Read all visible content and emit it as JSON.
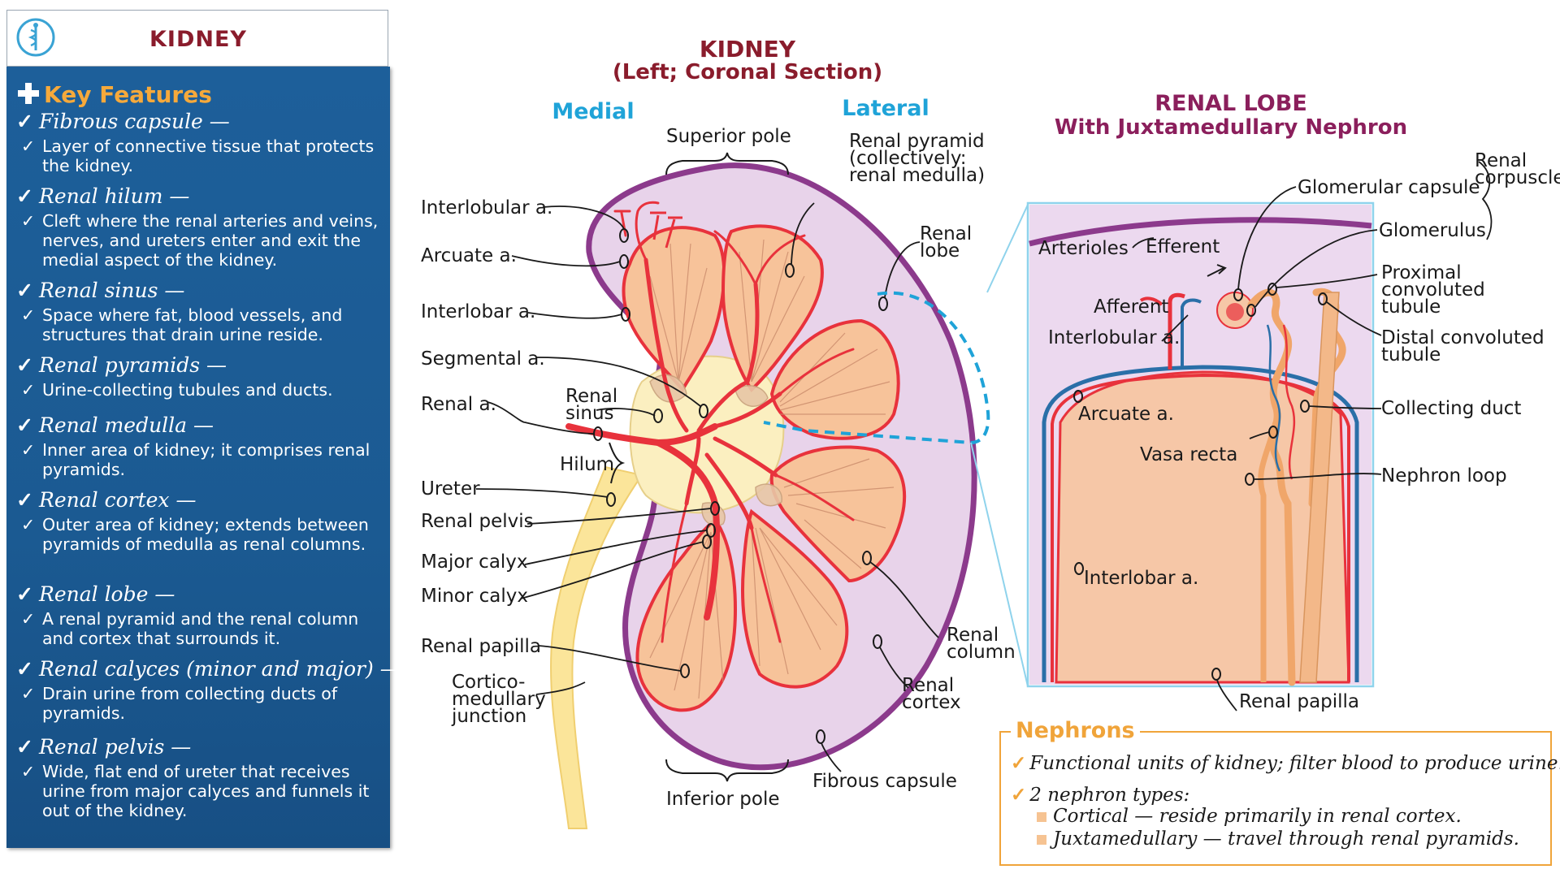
{
  "sidebar": {
    "title": "KIDNEY",
    "section_title": "Key Features",
    "features": [
      {
        "term": "Fibrous capsule —",
        "desc": "Layer of connective tissue that protects the kidney."
      },
      {
        "term": "Renal hilum —",
        "desc": "Cleft where the renal arteries and veins, nerves, and ureters enter and exit the medial aspect of the kidney."
      },
      {
        "term": "Renal sinus —",
        "desc": "Space where fat, blood vessels, and structures that drain urine reside."
      },
      {
        "term": "Renal pyramids —",
        "desc": "Urine-collecting tubules and ducts."
      },
      {
        "term": "Renal medulla —",
        "desc": "Inner area of kidney; it comprises renal pyramids."
      },
      {
        "term": "Renal cortex —",
        "desc": "Outer area of kidney; extends between pyramids of medulla as renal columns."
      },
      {
        "term": "Renal lobe —",
        "desc": "A renal pyramid and the renal column and cortex that surrounds it."
      },
      {
        "term": "Renal calyces (minor and major) —",
        "desc": "Drain urine from collecting ducts of pyramids."
      },
      {
        "term": "Renal pelvis —",
        "desc": "Wide, flat end of ureter that receives urine from major calyces and funnels it out of the kidney."
      }
    ]
  },
  "kidney_diagram": {
    "title": "KIDNEY",
    "subtitle": "(Left; Coronal Section)",
    "medial": "Medial",
    "lateral": "Lateral",
    "labels": {
      "superior_pole": "Superior pole",
      "renal_pyramid_1": "Renal pyramid",
      "renal_pyramid_2": "(collectively:",
      "renal_pyramid_3": "renal medulla)",
      "interlobular_a": "Interlobular a.",
      "arcuate_a": "Arcuate a.",
      "interlobar_a": "Interlobar a.",
      "segmental_a": "Segmental a.",
      "renal_a": "Renal a.",
      "renal_sinus_1": "Renal",
      "renal_sinus_2": "sinus",
      "hilum": "Hilum",
      "ureter": "Ureter",
      "renal_pelvis": "Renal pelvis",
      "major_calyx": "Major calyx",
      "minor_calyx": "Minor calyx",
      "renal_papilla": "Renal papilla",
      "cmj_1": "Cortico-",
      "cmj_2": "medullary",
      "cmj_3": "junction",
      "inferior_pole": "Inferior pole",
      "fibrous_capsule": "Fibrous capsule",
      "renal_cortex_1": "Renal",
      "renal_cortex_2": "cortex",
      "renal_column_1": "Renal",
      "renal_column_2": "column",
      "renal_lobe_1": "Renal",
      "renal_lobe_2": "lobe"
    }
  },
  "lobe_diagram": {
    "title": "RENAL LOBE",
    "subtitle": "With Juxtamedullary Nephron",
    "labels": {
      "renal_corpuscle_1": "Renal",
      "renal_corpuscle_2": "corpuscle",
      "glomerular_capsule": "Glomerular capsule",
      "glomerulus": "Glomerulus",
      "arterioles": "Arterioles",
      "efferent": "Efferent",
      "afferent": "Afferent",
      "interlobular_a": "Interlobular a.",
      "pct_1": "Proximal convoluted",
      "pct_2": "tubule",
      "dct_1": "Distal convoluted",
      "dct_2": "tubule",
      "arcuate_a": "Arcuate a.",
      "collecting_duct": "Collecting duct",
      "vasa_recta": "Vasa recta",
      "nephron_loop": "Nephron loop",
      "interlobar_a": "Interlobar a.",
      "renal_papilla": "Renal papilla"
    }
  },
  "nephrons": {
    "title": "Nephrons",
    "line1": "Functional units of kidney; filter blood to produce urine.",
    "line2": "2 nephron types:",
    "line3": "Cortical — reside primarily in renal cortex.",
    "line4": "Juxtamedullary — travel through renal pyramids."
  },
  "colors": {
    "title_maroon": "#8a1c2c",
    "panel_blue": "#1d5f9a",
    "accent_orange": "#f0a43a",
    "lateral_cyan": "#1fa3d8",
    "lobe_title_purple": "#8b1f5c",
    "capsule_purple": "#8c3a8c",
    "artery_red": "#e8323c",
    "vein_blue": "#2a6fa8",
    "pyramid_fill": "#f7c39a"
  }
}
